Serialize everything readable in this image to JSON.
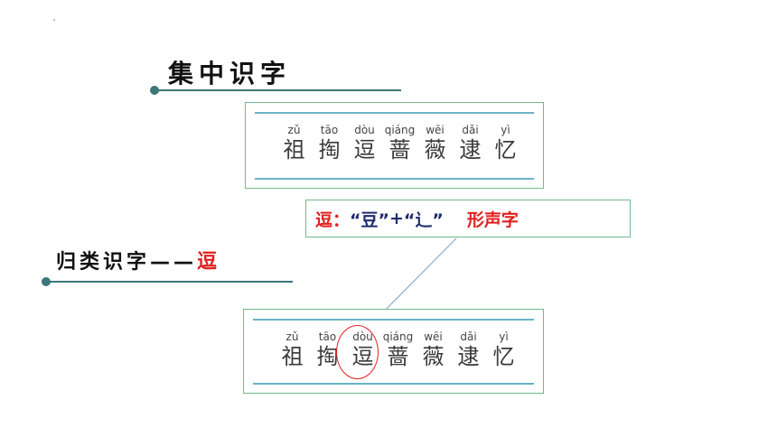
{
  "section1": {
    "title": "集中识字"
  },
  "section2": {
    "title_prefix": "归类识字——",
    "title_char": "逗"
  },
  "characters": [
    {
      "pinyin": "zǔ",
      "hanzi": "祖"
    },
    {
      "pinyin": "tāo",
      "hanzi": "掏"
    },
    {
      "pinyin": "dòu",
      "hanzi": "逗"
    },
    {
      "pinyin": "qiáng",
      "hanzi": "蔷"
    },
    {
      "pinyin": "wēi",
      "hanzi": "薇"
    },
    {
      "pinyin": "dǎi",
      "hanzi": "逮"
    },
    {
      "pinyin": "yì",
      "hanzi": "忆"
    }
  ],
  "formula": {
    "head": "逗：",
    "part1": "“豆”",
    "plus": "+",
    "part2": "“辶”",
    "type": "形声字"
  },
  "colors": {
    "accent_red": "#e0201e",
    "line_teal": "#3e7778",
    "card_border": "#6fb98a",
    "card_bar": "#6ab2c6"
  }
}
